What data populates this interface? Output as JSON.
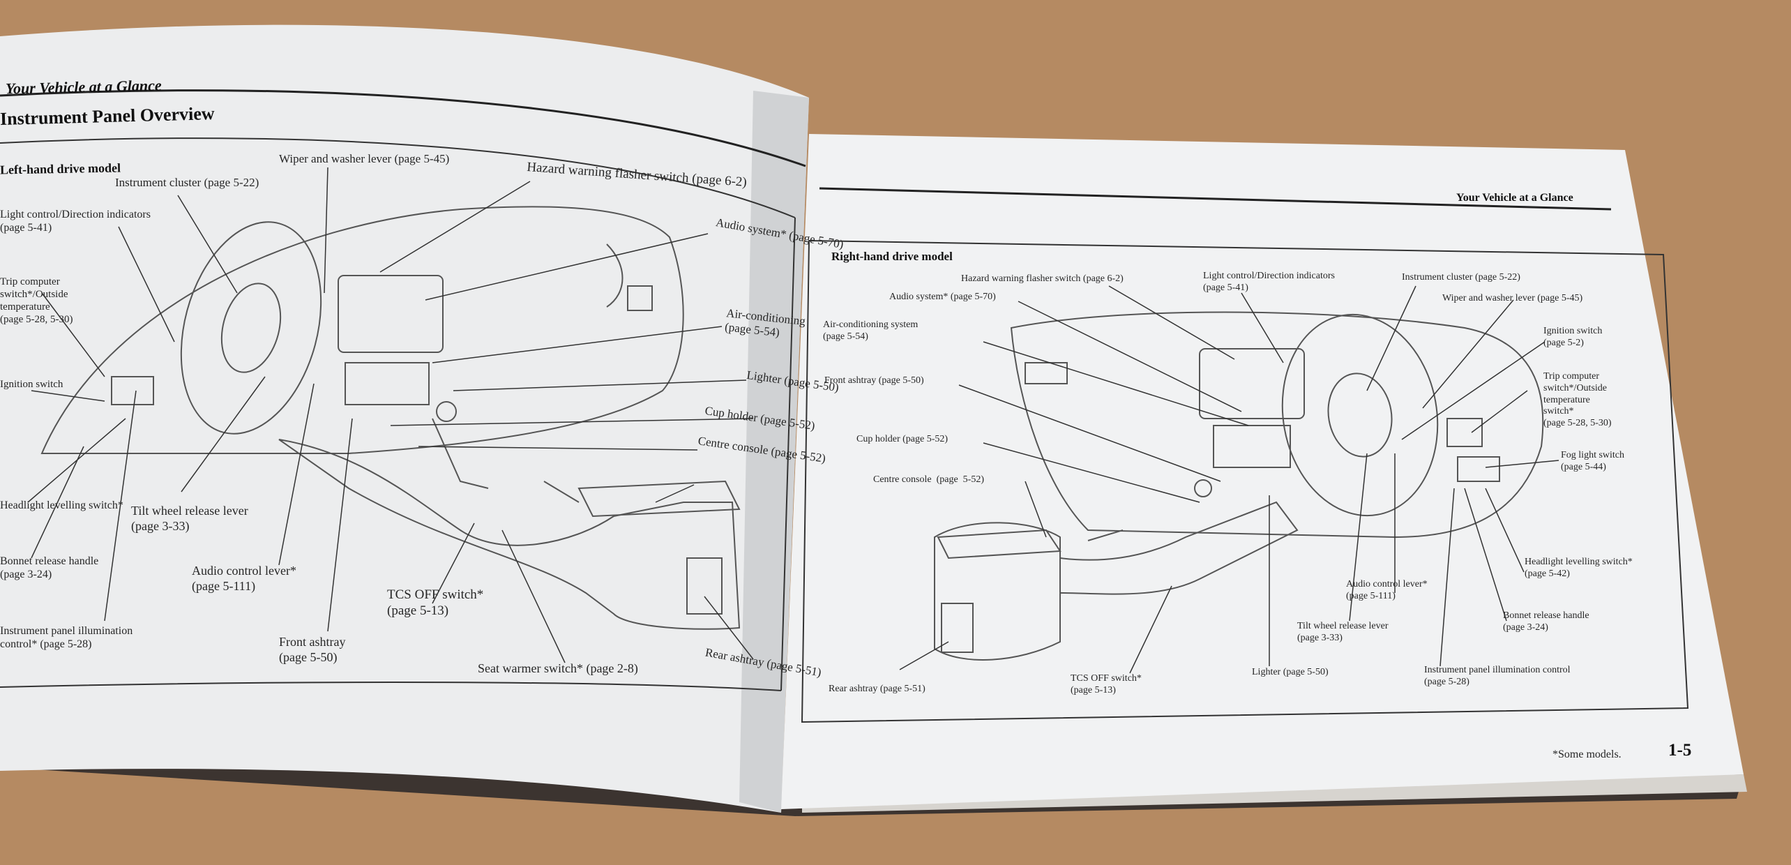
{
  "left_page": {
    "running_head": "Your Vehicle at a Glance",
    "title": "Instrument Panel Overview",
    "section_title": "Left-hand drive model",
    "callouts": [
      "Wiper and washer lever (page 5-45)",
      "Instrument cluster (page 5-22)",
      "Hazard warning flasher switch (page 6-2)",
      "Light control/Direction indicators\n(page 5-41)",
      "Trip computer\nswitch*/Outside\ntemperature\n(page 5-28, 5-30)",
      "Ignition switch",
      "Audio system* (page 5-70)",
      "Air-conditioning\n(page 5-54)",
      "Lighter (page 5-50)",
      "Cup holder (page 5-52)",
      "Centre console (page 5-52)",
      "Headlight levelling switch*",
      "Tilt wheel release lever\n(page 3-33)",
      "Bonnet release handle\n(page 3-24)",
      "Audio control lever*\n(page 5-111)",
      "Instrument panel illumination\ncontrol* (page 5-28)",
      "TCS OFF switch*\n(page 5-13)",
      "Front ashtray\n(page 5-50)",
      "Seat warmer switch* (page 2-8)",
      "Rear ashtray (page 5-51)"
    ]
  },
  "right_page": {
    "running_head": "Your Vehicle at a Glance",
    "section_title": "Right-hand drive model",
    "callouts": [
      "Hazard warning flasher switch (page 6-2)",
      "Light control/Direction indicators\n(page 5-41)",
      "Instrument cluster (page 5-22)",
      "Audio system* (page 5-70)",
      "Wiper and washer lever (page 5-45)",
      "Air-conditioning system\n(page 5-54)",
      "Ignition switch\n(page 5-2)",
      "Front ashtray (page 5-50)",
      "Trip computer\nswitch*/Outside\ntemperature\nswitch*\n(page 5-28, 5-30)",
      "Cup holder (page 5-52)",
      "Fog light switch\n(page 5-44)",
      "Centre console  (page  5-52)",
      "Headlight levelling switch*\n(page 5-42)",
      "Audio control lever*\n(page 5-111)",
      "Tilt wheel release lever\n(page 3-33)",
      "Bonnet release handle\n(page 3-24)",
      "Rear ashtray (page 5-51)",
      "TCS OFF switch*\n(page 5-13)",
      "Lighter (page 5-50)",
      "Instrument panel illumination control\n(page 5-28)"
    ],
    "footnote": "*Some models.",
    "page_number": "1-5"
  },
  "colors": {
    "table": "#b58a62",
    "paper": "#eef0f1",
    "ink": "#262626"
  }
}
